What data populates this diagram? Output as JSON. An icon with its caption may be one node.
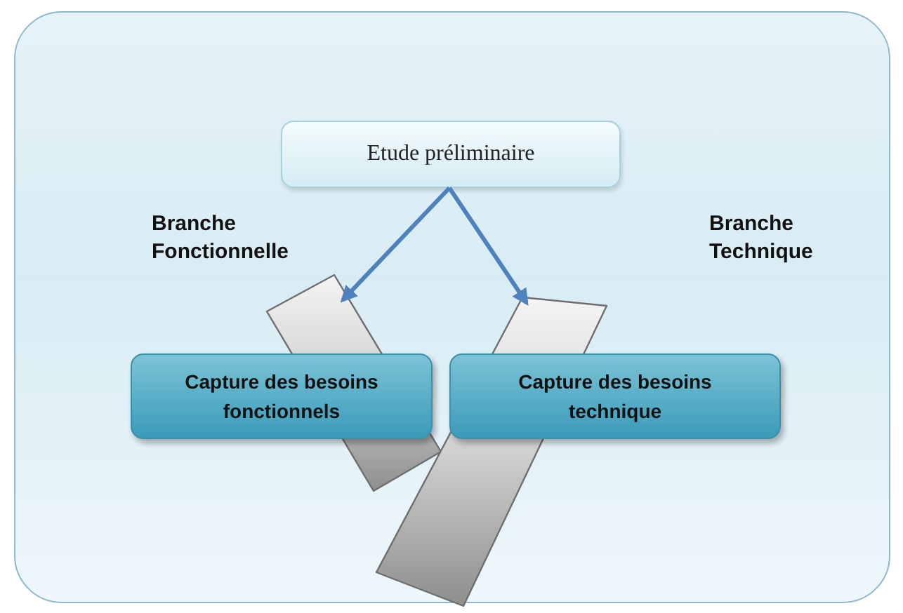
{
  "diagram": {
    "nodes": [
      {
        "text": [
          "Etude préliminaire"
        ]
      },
      {
        "text": [],
        "shape": "bar"
      },
      {
        "text": [],
        "shape": "bar"
      },
      {
        "text": [
          "Capture des besoins fonctionnels"
        ]
      },
      {
        "text": [
          "Capture des besoins technique"
        ]
      }
    ],
    "edges": [
      {
        "from": 0,
        "to": 1,
        "arrow": "to"
      },
      {
        "from": 0,
        "to": 2,
        "arrow": "to"
      }
    ],
    "labels": [
      "Branche Fonctionnelle",
      "Branche Technique"
    ]
  }
}
